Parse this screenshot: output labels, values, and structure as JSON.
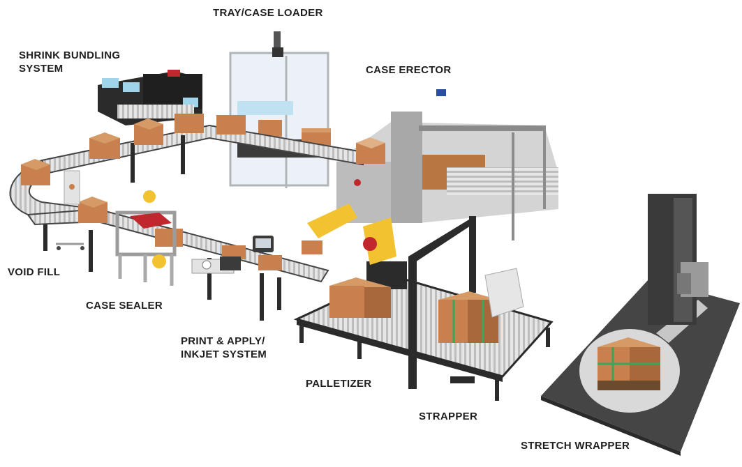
{
  "labels": {
    "tray_case_loader": "TRAY/CASE LOADER",
    "shrink_bundling_line1": "SHRINK BUNDLING",
    "shrink_bundling_line2": "SYSTEM",
    "case_erector": "CASE ERECTOR",
    "void_fill": "VOID FILL",
    "case_sealer": "CASE SEALER",
    "print_apply_line1": "PRINT & APPLY/",
    "print_apply_line2": "INKJET SYSTEM",
    "palletizer": "PALLETIZER",
    "strapper": "STRAPPER",
    "stretch_wrapper": "STRETCH WRAPPER"
  },
  "colors": {
    "cardboard": "#c8814e",
    "cardboard_dark": "#9c5e34",
    "robot_yellow": "#f2c230",
    "frame_black": "#2b2b2b",
    "machine_gray": "#c9c9c9",
    "accent_red": "#c0282d",
    "conveyor_roller": "#d6d6d6",
    "floor_dark": "#404040"
  }
}
